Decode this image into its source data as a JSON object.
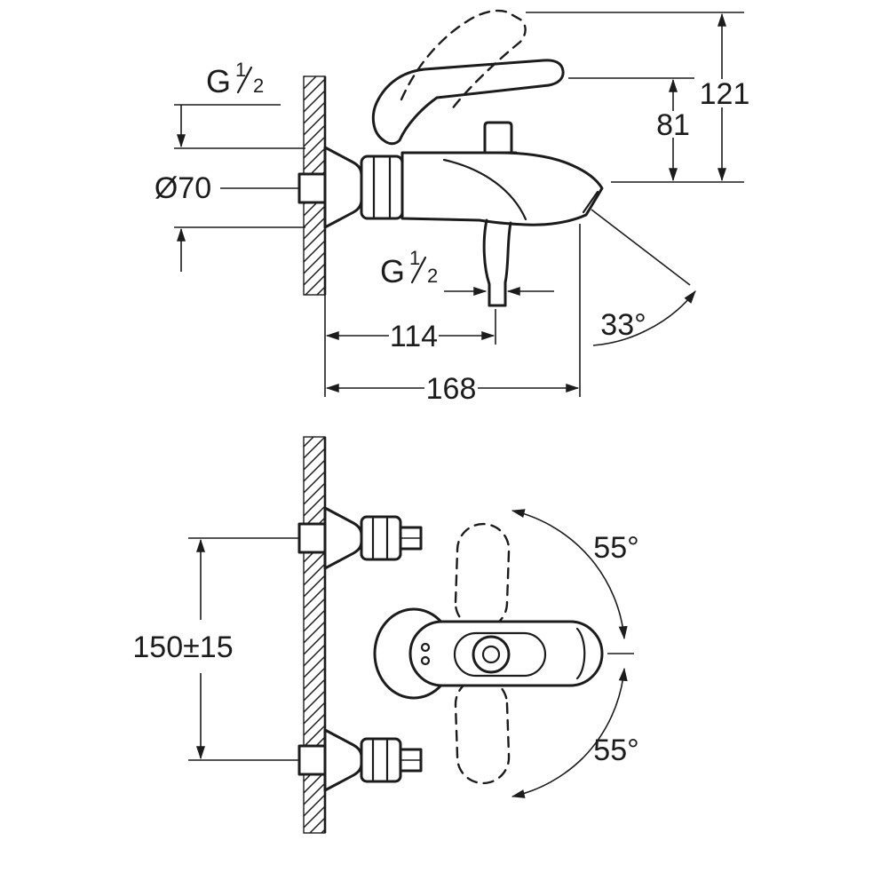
{
  "colors": {
    "ink": "#1c1c1c",
    "background": "#ffffff"
  },
  "side_view": {
    "wall_thread_label": {
      "base": "G",
      "numerator": "1",
      "denominator": "2"
    },
    "escutcheon_diameter_label": "Ø70",
    "overall_height_label": "121",
    "lever_height_label": "81",
    "shower_thread_label": {
      "base": "G",
      "numerator": "1",
      "denominator": "2"
    },
    "shower_outlet_depth_label": "114",
    "overall_depth_label": "168",
    "spout_angle_label": "33°"
  },
  "plan_view": {
    "connection_spacing_label": "150±15",
    "lever_swing_up_label": "55°",
    "lever_swing_down_label": "55°"
  }
}
